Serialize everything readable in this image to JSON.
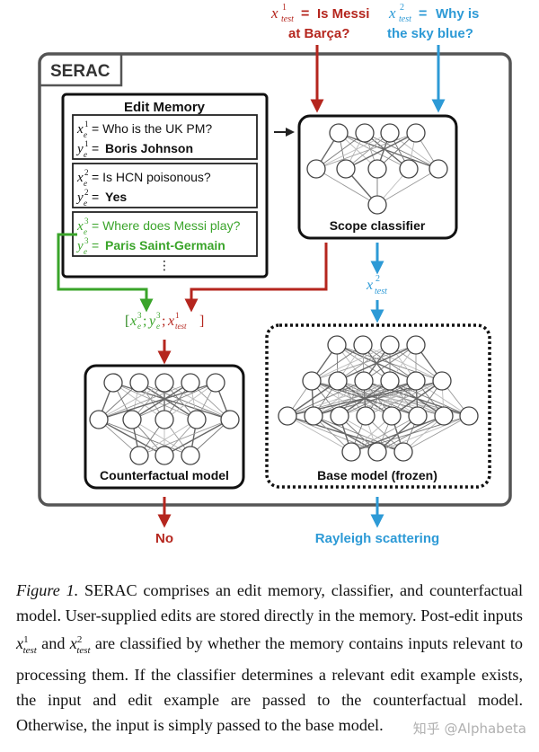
{
  "colors": {
    "red": "#b5261e",
    "blue": "#2d9ad6",
    "green": "#3aa42a",
    "dark": "#222222",
    "frame": "#555555"
  },
  "inputs": {
    "test1": {
      "var": "x",
      "sup": "1",
      "sub": "test",
      "eq": "=",
      "line1": "Is Messi",
      "line2": "at Barça?"
    },
    "test2": {
      "var": "x",
      "sup": "2",
      "sub": "test",
      "eq": "=",
      "line1": "Why is",
      "line2": "the sky blue?"
    }
  },
  "system": {
    "label": "SERAC"
  },
  "memory": {
    "title": "Edit Memory",
    "entries": [
      {
        "xsup": "1",
        "xtext": "= Who is the UK PM?",
        "ysup": "1",
        "ytext": "Boris Johnson"
      },
      {
        "xsup": "2",
        "xtext": "= Is HCN poisonous?",
        "ysup": "2",
        "ytext": "Yes"
      },
      {
        "xsup": "3",
        "xtext": "= Where does Messi play?",
        "ysup": "3",
        "ytext": "Paris Saint-Germain"
      }
    ],
    "ellipsis": "⋮"
  },
  "classifier": {
    "label": "Scope classifier"
  },
  "concat": {
    "text": "[x",
    "t1": "3",
    "t2": "; y",
    "t3": "3",
    "t4": "; x",
    "t5": "1",
    "t6": "test",
    "t7": "]",
    "e": "e"
  },
  "route2": {
    "var": "x",
    "sup": "2",
    "sub": "test"
  },
  "counterfactual": {
    "label": "Counterfactual model"
  },
  "base": {
    "label": "Base model (frozen)"
  },
  "outputs": {
    "left": "No",
    "right": "Rayleigh scattering"
  },
  "caption": {
    "figure": "Figure 1.",
    "p1": " SERAC comprises an edit memory, classifier, and counterfactual model.  User-supplied edits are stored directly in the memory. Post-edit inputs ",
    "x1": "x",
    "x1sup": "1",
    "x1sub": "test",
    "and": " and ",
    "x2": "x",
    "x2sup": "2",
    "x2sub": "test",
    "p2": " are classified by whether the memory contains inputs relevant to processing them.  If the classifier determines a relevant edit example exists, the input and edit example are passed to the counterfactual model.  Otherwise, the input is simply passed to the base model."
  },
  "watermark": "知乎 @Alphabeta"
}
